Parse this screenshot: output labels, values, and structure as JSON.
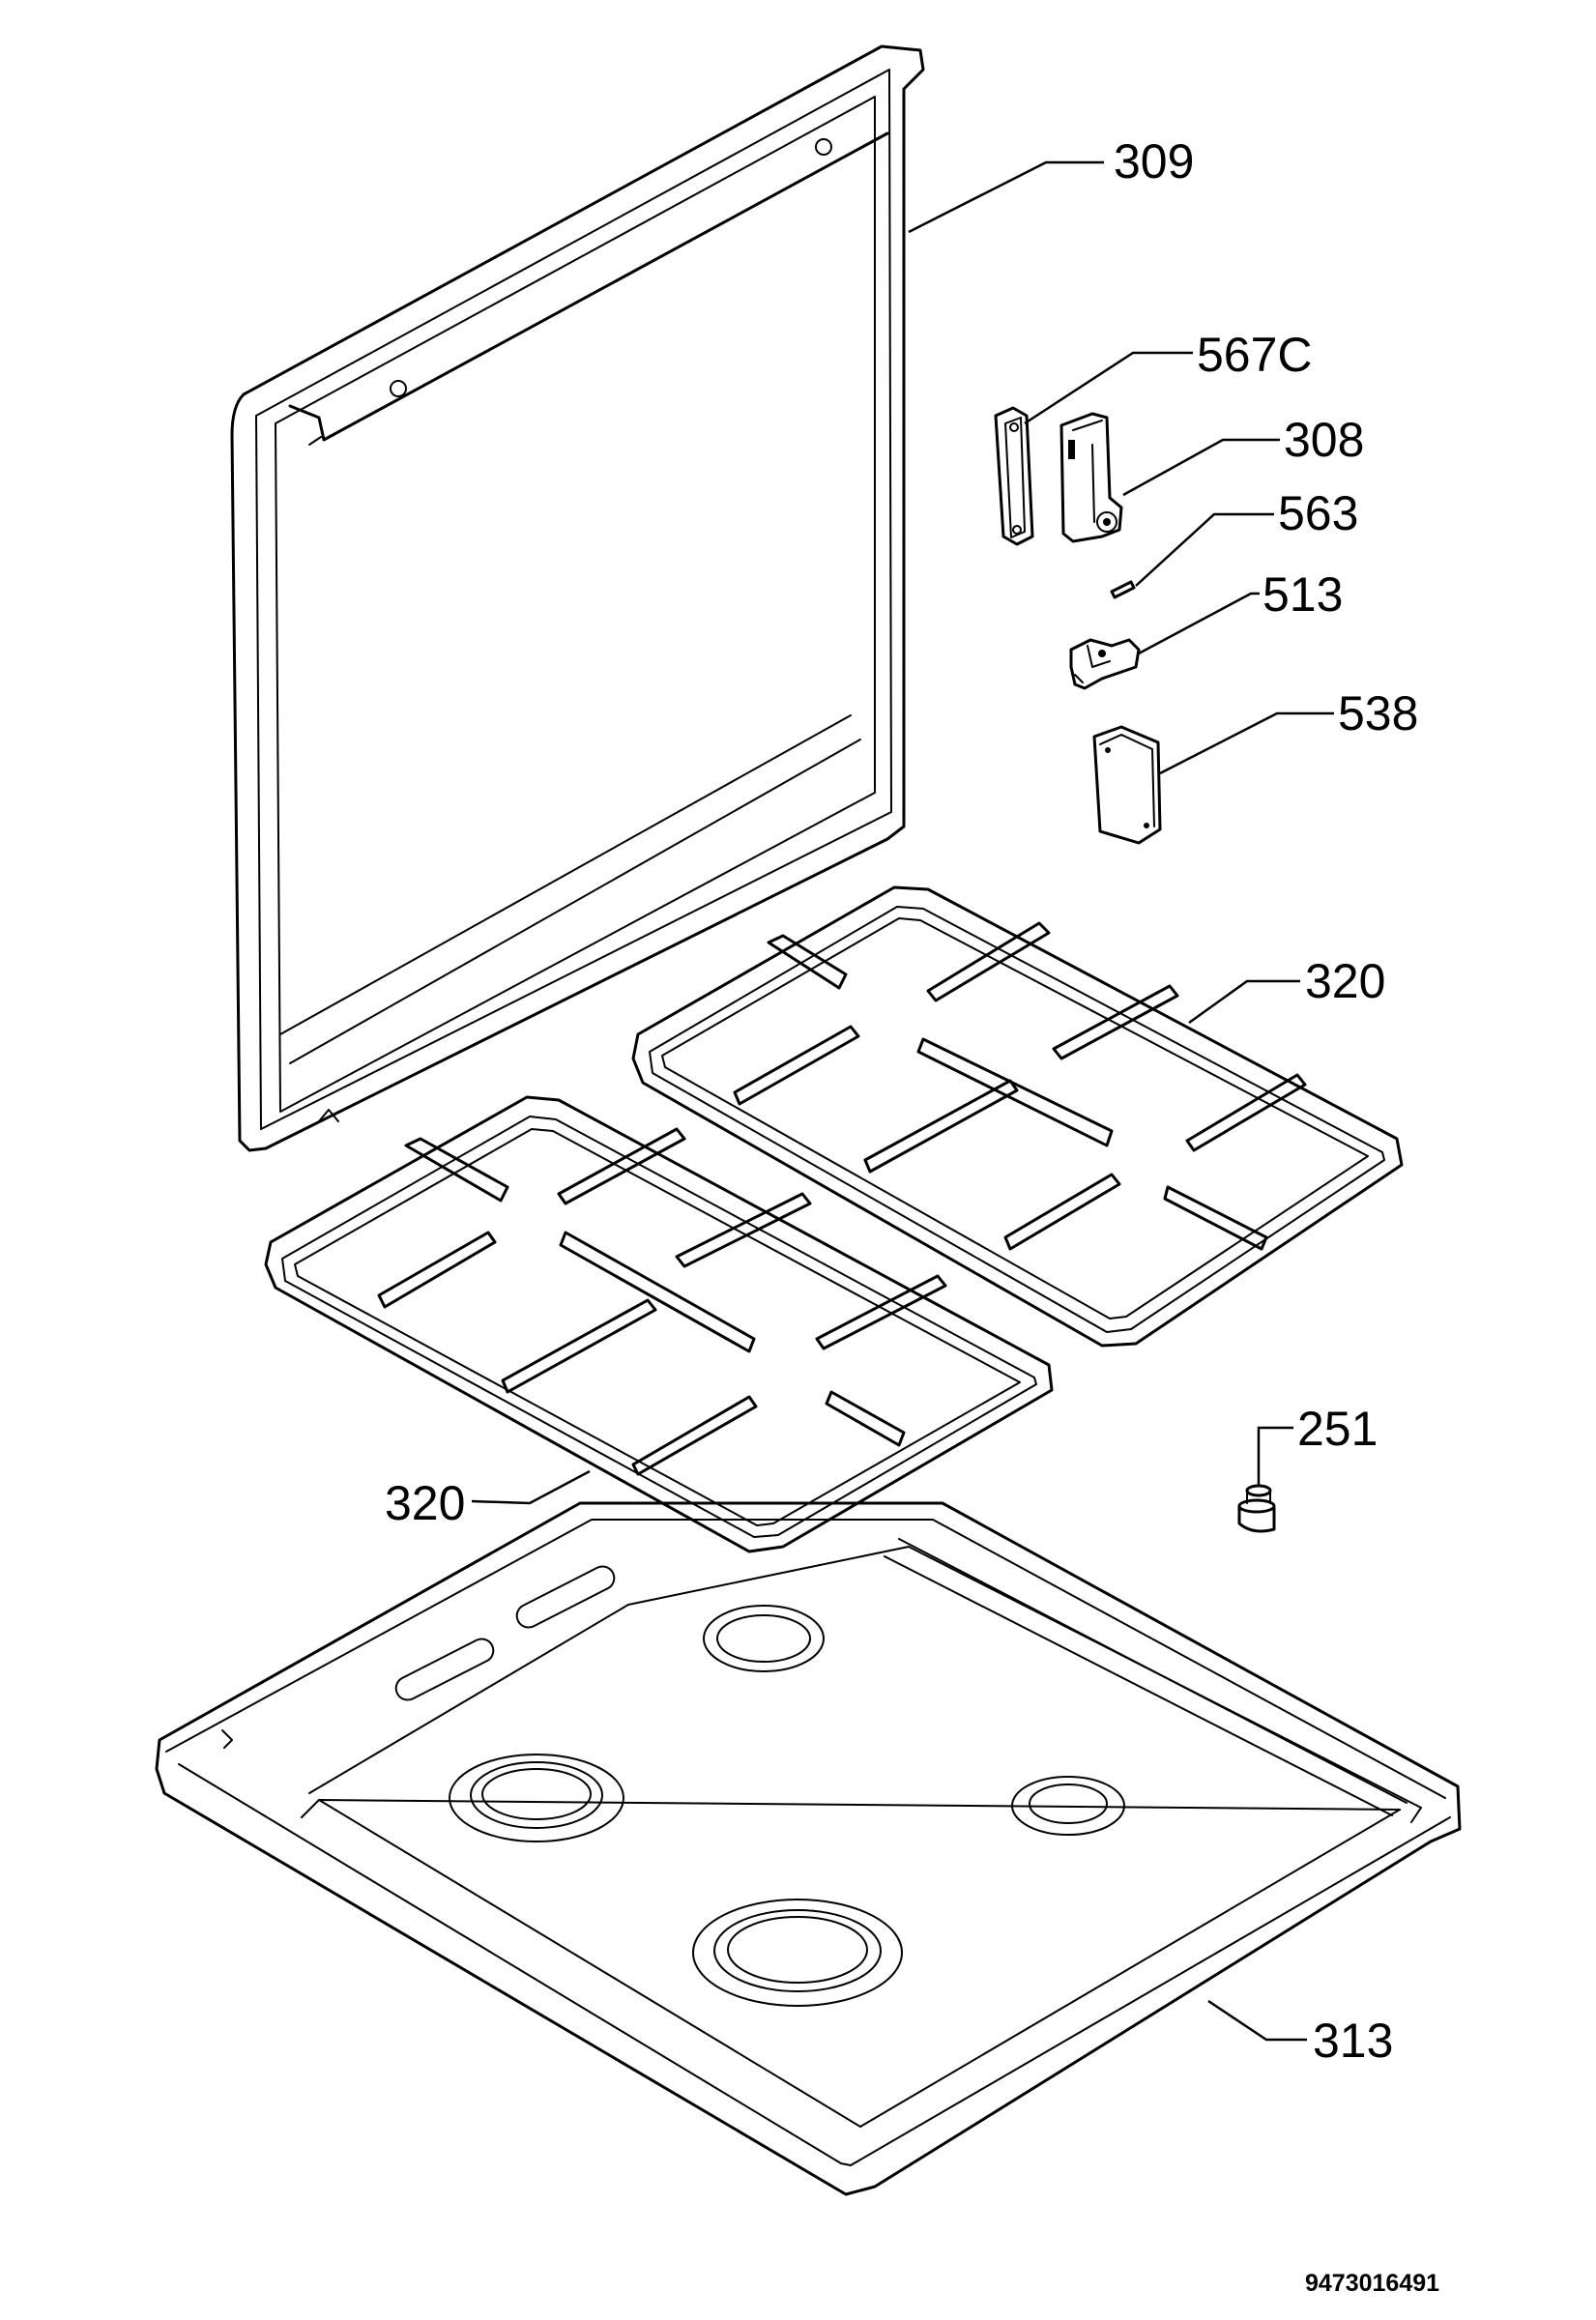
{
  "labels": {
    "lid": "309",
    "hinge_plate": "567C",
    "hinge": "308",
    "pin": "563",
    "bracket": "513",
    "cover_plate": "538",
    "grid_right": "320",
    "grid_left": "320",
    "knob": "251",
    "hob_top": "313"
  },
  "document_number": "9473016491"
}
